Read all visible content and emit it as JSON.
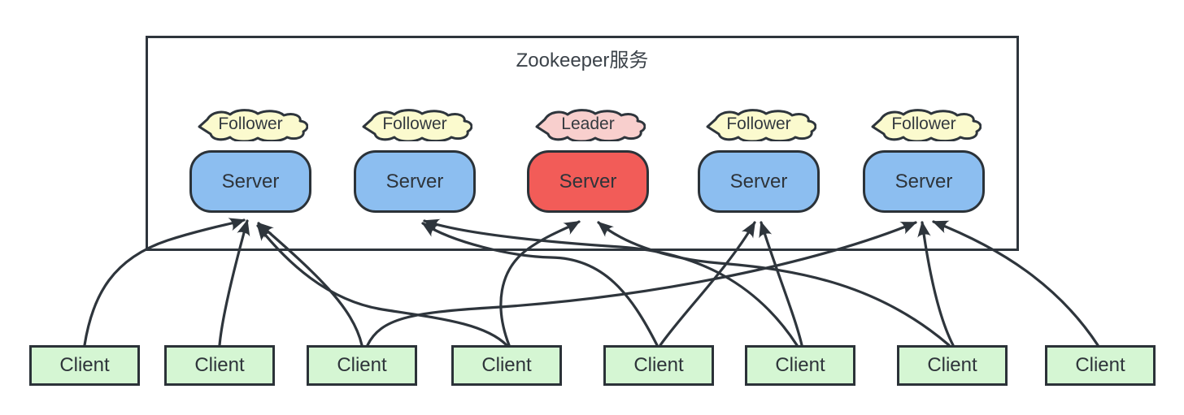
{
  "diagram": {
    "title": "Zookeeper服务",
    "servers": [
      {
        "id": "server-1",
        "role": "Follower",
        "label": "Server"
      },
      {
        "id": "server-2",
        "role": "Follower",
        "label": "Server"
      },
      {
        "id": "server-3",
        "role": "Leader",
        "label": "Server"
      },
      {
        "id": "server-4",
        "role": "Follower",
        "label": "Server"
      },
      {
        "id": "server-5",
        "role": "Follower",
        "label": "Server"
      }
    ],
    "clients": [
      {
        "label": "Client"
      },
      {
        "label": "Client"
      },
      {
        "label": "Client"
      },
      {
        "label": "Client"
      },
      {
        "label": "Client"
      },
      {
        "label": "Client"
      },
      {
        "label": "Client"
      },
      {
        "label": "Client"
      }
    ],
    "connections": [
      {
        "from": "client-1",
        "to": "server-1"
      },
      {
        "from": "client-2",
        "to": "server-1"
      },
      {
        "from": "client-3",
        "to": "server-1"
      },
      {
        "from": "client-4",
        "to": "server-1"
      },
      {
        "from": "client-4",
        "to": "server-3"
      },
      {
        "from": "client-5",
        "to": "server-2"
      },
      {
        "from": "client-6",
        "to": "server-2"
      },
      {
        "from": "client-5",
        "to": "server-4"
      },
      {
        "from": "client-6",
        "to": "server-4"
      },
      {
        "from": "client-7",
        "to": "server-3"
      },
      {
        "from": "client-7",
        "to": "server-5"
      },
      {
        "from": "client-8",
        "to": "server-5"
      },
      {
        "from": "client-3",
        "to": "server-5"
      }
    ],
    "colors": {
      "follower_badge": "#FBFACE",
      "leader_badge": "#F8CFCD",
      "follower_server": "#8CBEF0",
      "leader_server": "#F25C58",
      "client": "#D5F6D3",
      "stroke": "#2E353C",
      "background": "#FFFFFF"
    }
  }
}
